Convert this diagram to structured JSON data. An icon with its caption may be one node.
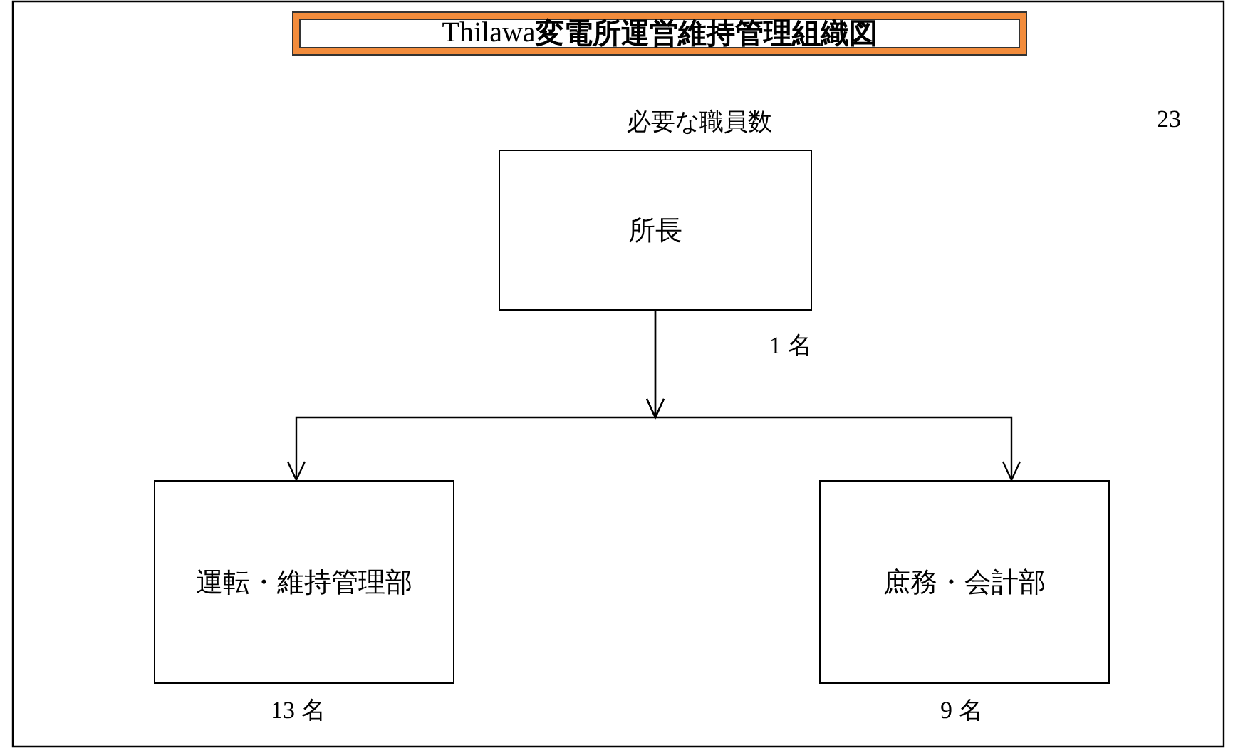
{
  "diagram": {
    "title": "Thilawa**変電所運営維持管理組織図**",
    "nodes": [
      {
        "text": [
          "所長"
        ],
        "beside": [
          "1 名"
        ]
      },
      {
        "text": [
          "運転・維持管理部"
        ],
        "beside": [
          "13 名"
        ]
      },
      {
        "text": [
          "庶務・会計部"
        ],
        "beside": [
          "9 名"
        ]
      }
    ],
    "edges": [
      {
        "from": 0,
        "to": 1,
        "arrow": "to"
      },
      {
        "from": 0,
        "to": 2,
        "arrow": "to"
      }
    ],
    "labels": [
      "必要な職員数",
      "23"
    ]
  }
}
